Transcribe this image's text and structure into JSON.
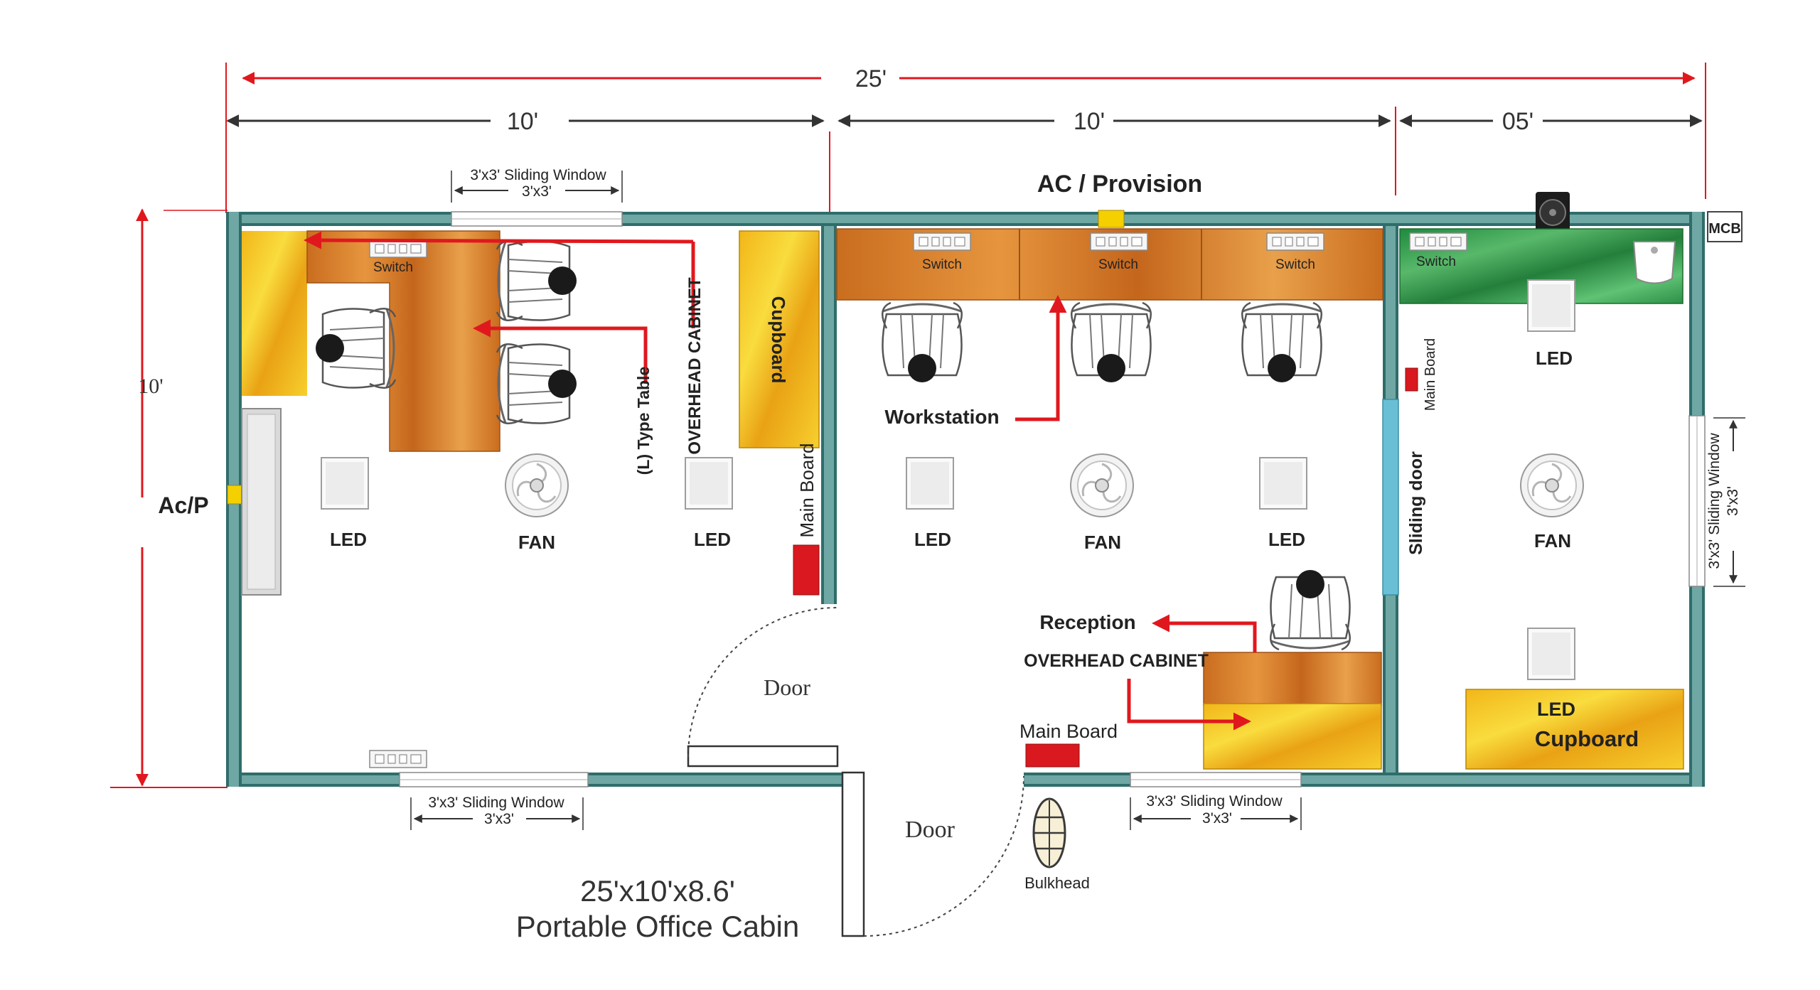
{
  "dimensions": {
    "total": "25'",
    "left": "10'",
    "middle": "10'",
    "right": "05'",
    "height": "10'"
  },
  "labels": {
    "ac_provision": "AC / Provision",
    "mcb": "MCB",
    "acp": "Ac/P",
    "sliding_window_top": "3'x3' Sliding Window",
    "sliding_window_top_dim": "3'x3'",
    "sliding_window_bl": "3'x3' Sliding Window",
    "sliding_window_bl_dim": "3'x3'",
    "sliding_window_br": "3'x3' Sliding Window",
    "sliding_window_br_dim": "3'x3'",
    "sliding_window_right": "3'x3' Sliding Window",
    "sliding_window_right_dim": "3'x3'",
    "switch": "Switch",
    "overhead_cabinet_v": "OVERHEAD CABINET",
    "l_type_table": "(L) Type Table",
    "cupboard_v": "Cupboard",
    "main_board_v": "Main Board",
    "main_board_small": "Main Board",
    "main_board_h": "Main Board",
    "workstation": "Workstation",
    "reception": "Reception",
    "overhead_cabinet_h": "OVERHEAD CABINET",
    "led": "LED",
    "fan": "FAN",
    "door": "Door",
    "sliding_door": "Sliding door",
    "led_cupboard_1": "LED",
    "led_cupboard_2": "Cupboard",
    "bulkhead": "Bulkhead",
    "title_1": "25'x10'x8.6'",
    "title_2": "Portable Office Cabin"
  },
  "colors": {
    "wall": "#2f6d6b",
    "wall_inner": "#6ea7a3",
    "dimension_red": "#e0181e",
    "dimension_dark": "#333333",
    "wood": "#d9802c",
    "yellow_cab": "#f4c21d",
    "green_counter": "#2e9a4a",
    "main_board": "#d9191f",
    "sliding_door": "#69c0d6"
  }
}
